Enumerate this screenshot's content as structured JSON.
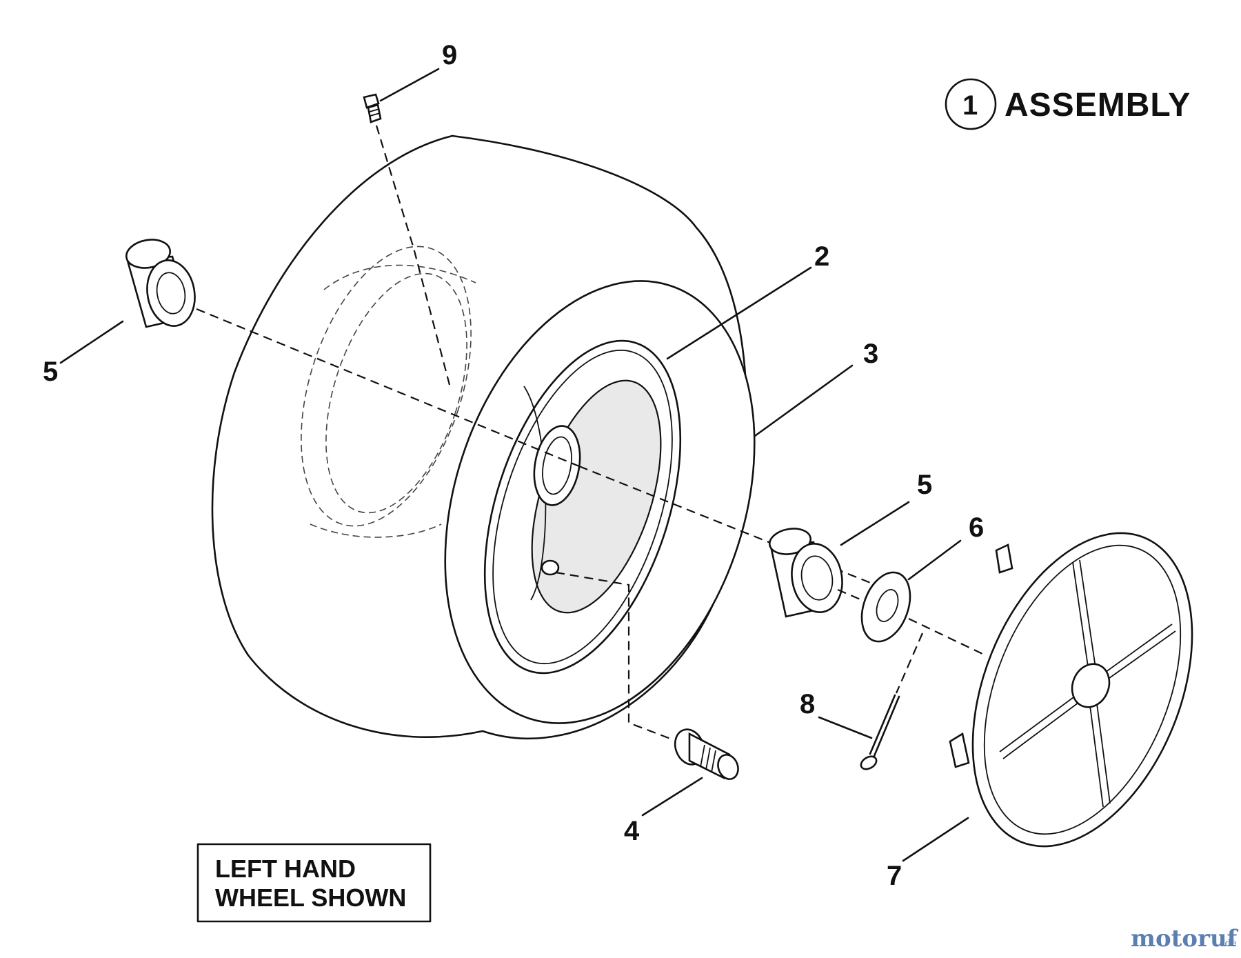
{
  "assembly": {
    "number": "1",
    "label": "ASSEMBLY"
  },
  "note": {
    "line1": "LEFT HAND",
    "line2": "WHEEL SHOWN"
  },
  "callouts": {
    "c2": "2",
    "c3": "3",
    "c4": "4",
    "c5a": "5",
    "c5b": "5",
    "c6": "6",
    "c7": "7",
    "c8": "8",
    "c9": "9"
  },
  "watermark": {
    "brand": "motoruf",
    "tld": ".de"
  },
  "colors": {
    "ink": "#111111",
    "watermark": "#5a7fb0"
  }
}
